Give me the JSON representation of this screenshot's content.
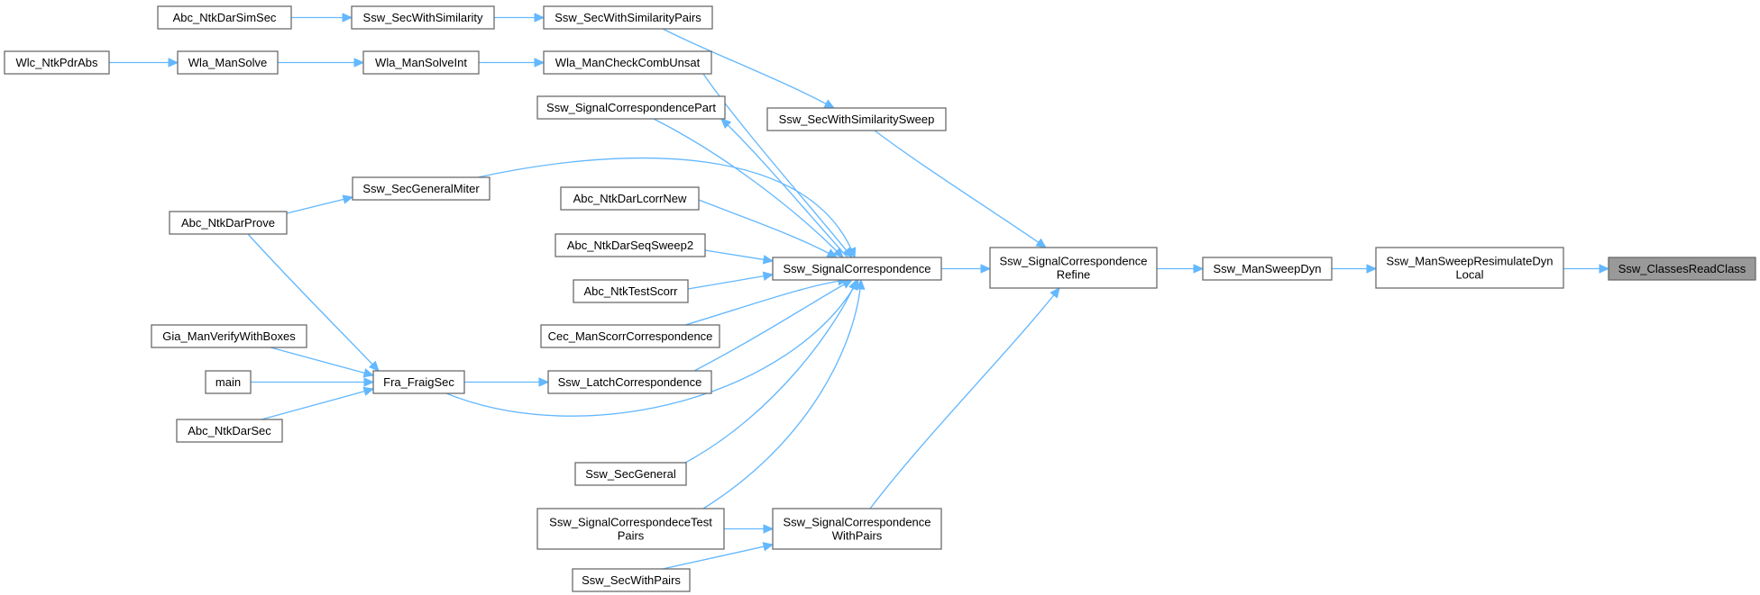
{
  "graph": {
    "nodes": [
      {
        "id": "abc_ntkdarsimsec",
        "lines": [
          "Abc_NtkDarSimSec"
        ]
      },
      {
        "id": "ssw_secwithsimilarity",
        "lines": [
          "Ssw_SecWithSimilarity"
        ]
      },
      {
        "id": "ssw_secwithsimilaritypairs",
        "lines": [
          "Ssw_SecWithSimilarityPairs"
        ]
      },
      {
        "id": "wlc_ntkpdrabs",
        "lines": [
          "Wlc_NtkPdrAbs"
        ]
      },
      {
        "id": "wla_mansolve",
        "lines": [
          "Wla_ManSolve"
        ]
      },
      {
        "id": "wla_mansolveint",
        "lines": [
          "Wla_ManSolveInt"
        ]
      },
      {
        "id": "wla_mancheckcombunsat",
        "lines": [
          "Wla_ManCheckCombUnsat"
        ]
      },
      {
        "id": "ssw_signalcorrespondencepart",
        "lines": [
          "Ssw_SignalCorrespondencePart"
        ]
      },
      {
        "id": "ssw_secwithsimilaritysweep",
        "lines": [
          "Ssw_SecWithSimilaritySweep"
        ]
      },
      {
        "id": "ssw_secgeneralmiter",
        "lines": [
          "Ssw_SecGeneralMiter"
        ]
      },
      {
        "id": "abc_ntkdarprove",
        "lines": [
          "Abc_NtkDarProve"
        ]
      },
      {
        "id": "abc_ntkdarlcorrnew",
        "lines": [
          "Abc_NtkDarLcorrNew"
        ]
      },
      {
        "id": "abc_ntkdarseqsweep2",
        "lines": [
          "Abc_NtkDarSeqSweep2"
        ]
      },
      {
        "id": "ssw_signalcorrespondence",
        "lines": [
          "Ssw_SignalCorrespondence"
        ]
      },
      {
        "id": "ssw_signalcorrespondencerefine",
        "lines": [
          "Ssw_SignalCorrespondence",
          "Refine"
        ]
      },
      {
        "id": "ssw_mansweepdyn",
        "lines": [
          "Ssw_ManSweepDyn"
        ]
      },
      {
        "id": "ssw_mansweepresimulatedynlocal",
        "lines": [
          "Ssw_ManSweepResimulateDyn",
          "Local"
        ]
      },
      {
        "id": "ssw_classesreadclass",
        "lines": [
          "Ssw_ClassesReadClass"
        ],
        "root": true
      },
      {
        "id": "abc_ntktestscorr",
        "lines": [
          "Abc_NtkTestScorr"
        ]
      },
      {
        "id": "gia_manverifywithboxes",
        "lines": [
          "Gia_ManVerifyWithBoxes"
        ]
      },
      {
        "id": "cec_manscorrcorrespondence",
        "lines": [
          "Cec_ManScorrCorrespondence"
        ]
      },
      {
        "id": "main",
        "lines": [
          "main"
        ]
      },
      {
        "id": "fra_fraigsec",
        "lines": [
          "Fra_FraigSec"
        ]
      },
      {
        "id": "ssw_latchcorrespondence",
        "lines": [
          "Ssw_LatchCorrespondence"
        ]
      },
      {
        "id": "abc_ntkdarsec",
        "lines": [
          "Abc_NtkDarSec"
        ]
      },
      {
        "id": "ssw_secgeneral",
        "lines": [
          "Ssw_SecGeneral"
        ]
      },
      {
        "id": "ssw_signalcorrespondecetestpairs",
        "lines": [
          "Ssw_SignalCorrespondeceTest",
          "Pairs"
        ]
      },
      {
        "id": "ssw_signalcorrespondencewithpairs",
        "lines": [
          "Ssw_SignalCorrespondence",
          "WithPairs"
        ]
      },
      {
        "id": "ssw_secwithpairs",
        "lines": [
          "Ssw_SecWithPairs"
        ]
      }
    ],
    "edges": [
      {
        "from": "abc_ntkdarsimsec",
        "to": "ssw_secwithsimilarity"
      },
      {
        "from": "ssw_secwithsimilarity",
        "to": "ssw_secwithsimilaritypairs"
      },
      {
        "from": "ssw_secwithsimilaritypairs",
        "to": "ssw_secwithsimilaritysweep"
      },
      {
        "from": "wlc_ntkpdrabs",
        "to": "wla_mansolve"
      },
      {
        "from": "wla_mansolve",
        "to": "wla_mansolveint"
      },
      {
        "from": "wla_mansolveint",
        "to": "wla_mancheckcombunsat"
      },
      {
        "from": "wla_mancheckcombunsat",
        "to": "ssw_signalcorrespondence"
      },
      {
        "from": "ssw_signalcorrespondencepart",
        "to": "ssw_signalcorrespondence"
      },
      {
        "from": "ssw_signalcorrespondence",
        "to": "ssw_signalcorrespondencepart"
      },
      {
        "from": "ssw_secwithsimilaritysweep",
        "to": "ssw_signalcorrespondencerefine"
      },
      {
        "from": "ssw_secgeneralmiter",
        "to": "ssw_signalcorrespondence"
      },
      {
        "from": "abc_ntkdarprove",
        "to": "ssw_secgeneralmiter"
      },
      {
        "from": "abc_ntkdarprove",
        "to": "fra_fraigsec"
      },
      {
        "from": "abc_ntkdarlcorrnew",
        "to": "ssw_signalcorrespondence"
      },
      {
        "from": "abc_ntkdarseqsweep2",
        "to": "ssw_signalcorrespondence"
      },
      {
        "from": "abc_ntktestscorr",
        "to": "ssw_signalcorrespondence"
      },
      {
        "from": "cec_manscorrcorrespondence",
        "to": "ssw_signalcorrespondence"
      },
      {
        "from": "ssw_latchcorrespondence",
        "to": "ssw_signalcorrespondence"
      },
      {
        "from": "fra_fraigsec",
        "to": "ssw_signalcorrespondence"
      },
      {
        "from": "ssw_secgeneral",
        "to": "ssw_signalcorrespondence"
      },
      {
        "from": "ssw_signalcorrespondecetestpairs",
        "to": "ssw_signalcorrespondence"
      },
      {
        "from": "ssw_signalcorrespondence",
        "to": "ssw_signalcorrespondencerefine"
      },
      {
        "from": "ssw_signalcorrespondencewithpairs",
        "to": "ssw_signalcorrespondencerefine"
      },
      {
        "from": "ssw_signalcorrespondencerefine",
        "to": "ssw_mansweepdyn"
      },
      {
        "from": "ssw_mansweepdyn",
        "to": "ssw_mansweepresimulatedynlocal"
      },
      {
        "from": "ssw_mansweepresimulatedynlocal",
        "to": "ssw_classesreadclass"
      },
      {
        "from": "gia_manverifywithboxes",
        "to": "fra_fraigsec"
      },
      {
        "from": "main",
        "to": "fra_fraigsec"
      },
      {
        "from": "abc_ntkdarsec",
        "to": "fra_fraigsec"
      },
      {
        "from": "fra_fraigsec",
        "to": "ssw_latchcorrespondence"
      },
      {
        "from": "ssw_signalcorrespondecetestpairs",
        "to": "ssw_signalcorrespondencewithpairs"
      },
      {
        "from": "ssw_secwithpairs",
        "to": "ssw_signalcorrespondencewithpairs"
      }
    ],
    "colors": {
      "edge": "#63b8ff",
      "node_border": "#666666",
      "node_fill": "#ffffff",
      "root_fill": "#999999"
    }
  }
}
